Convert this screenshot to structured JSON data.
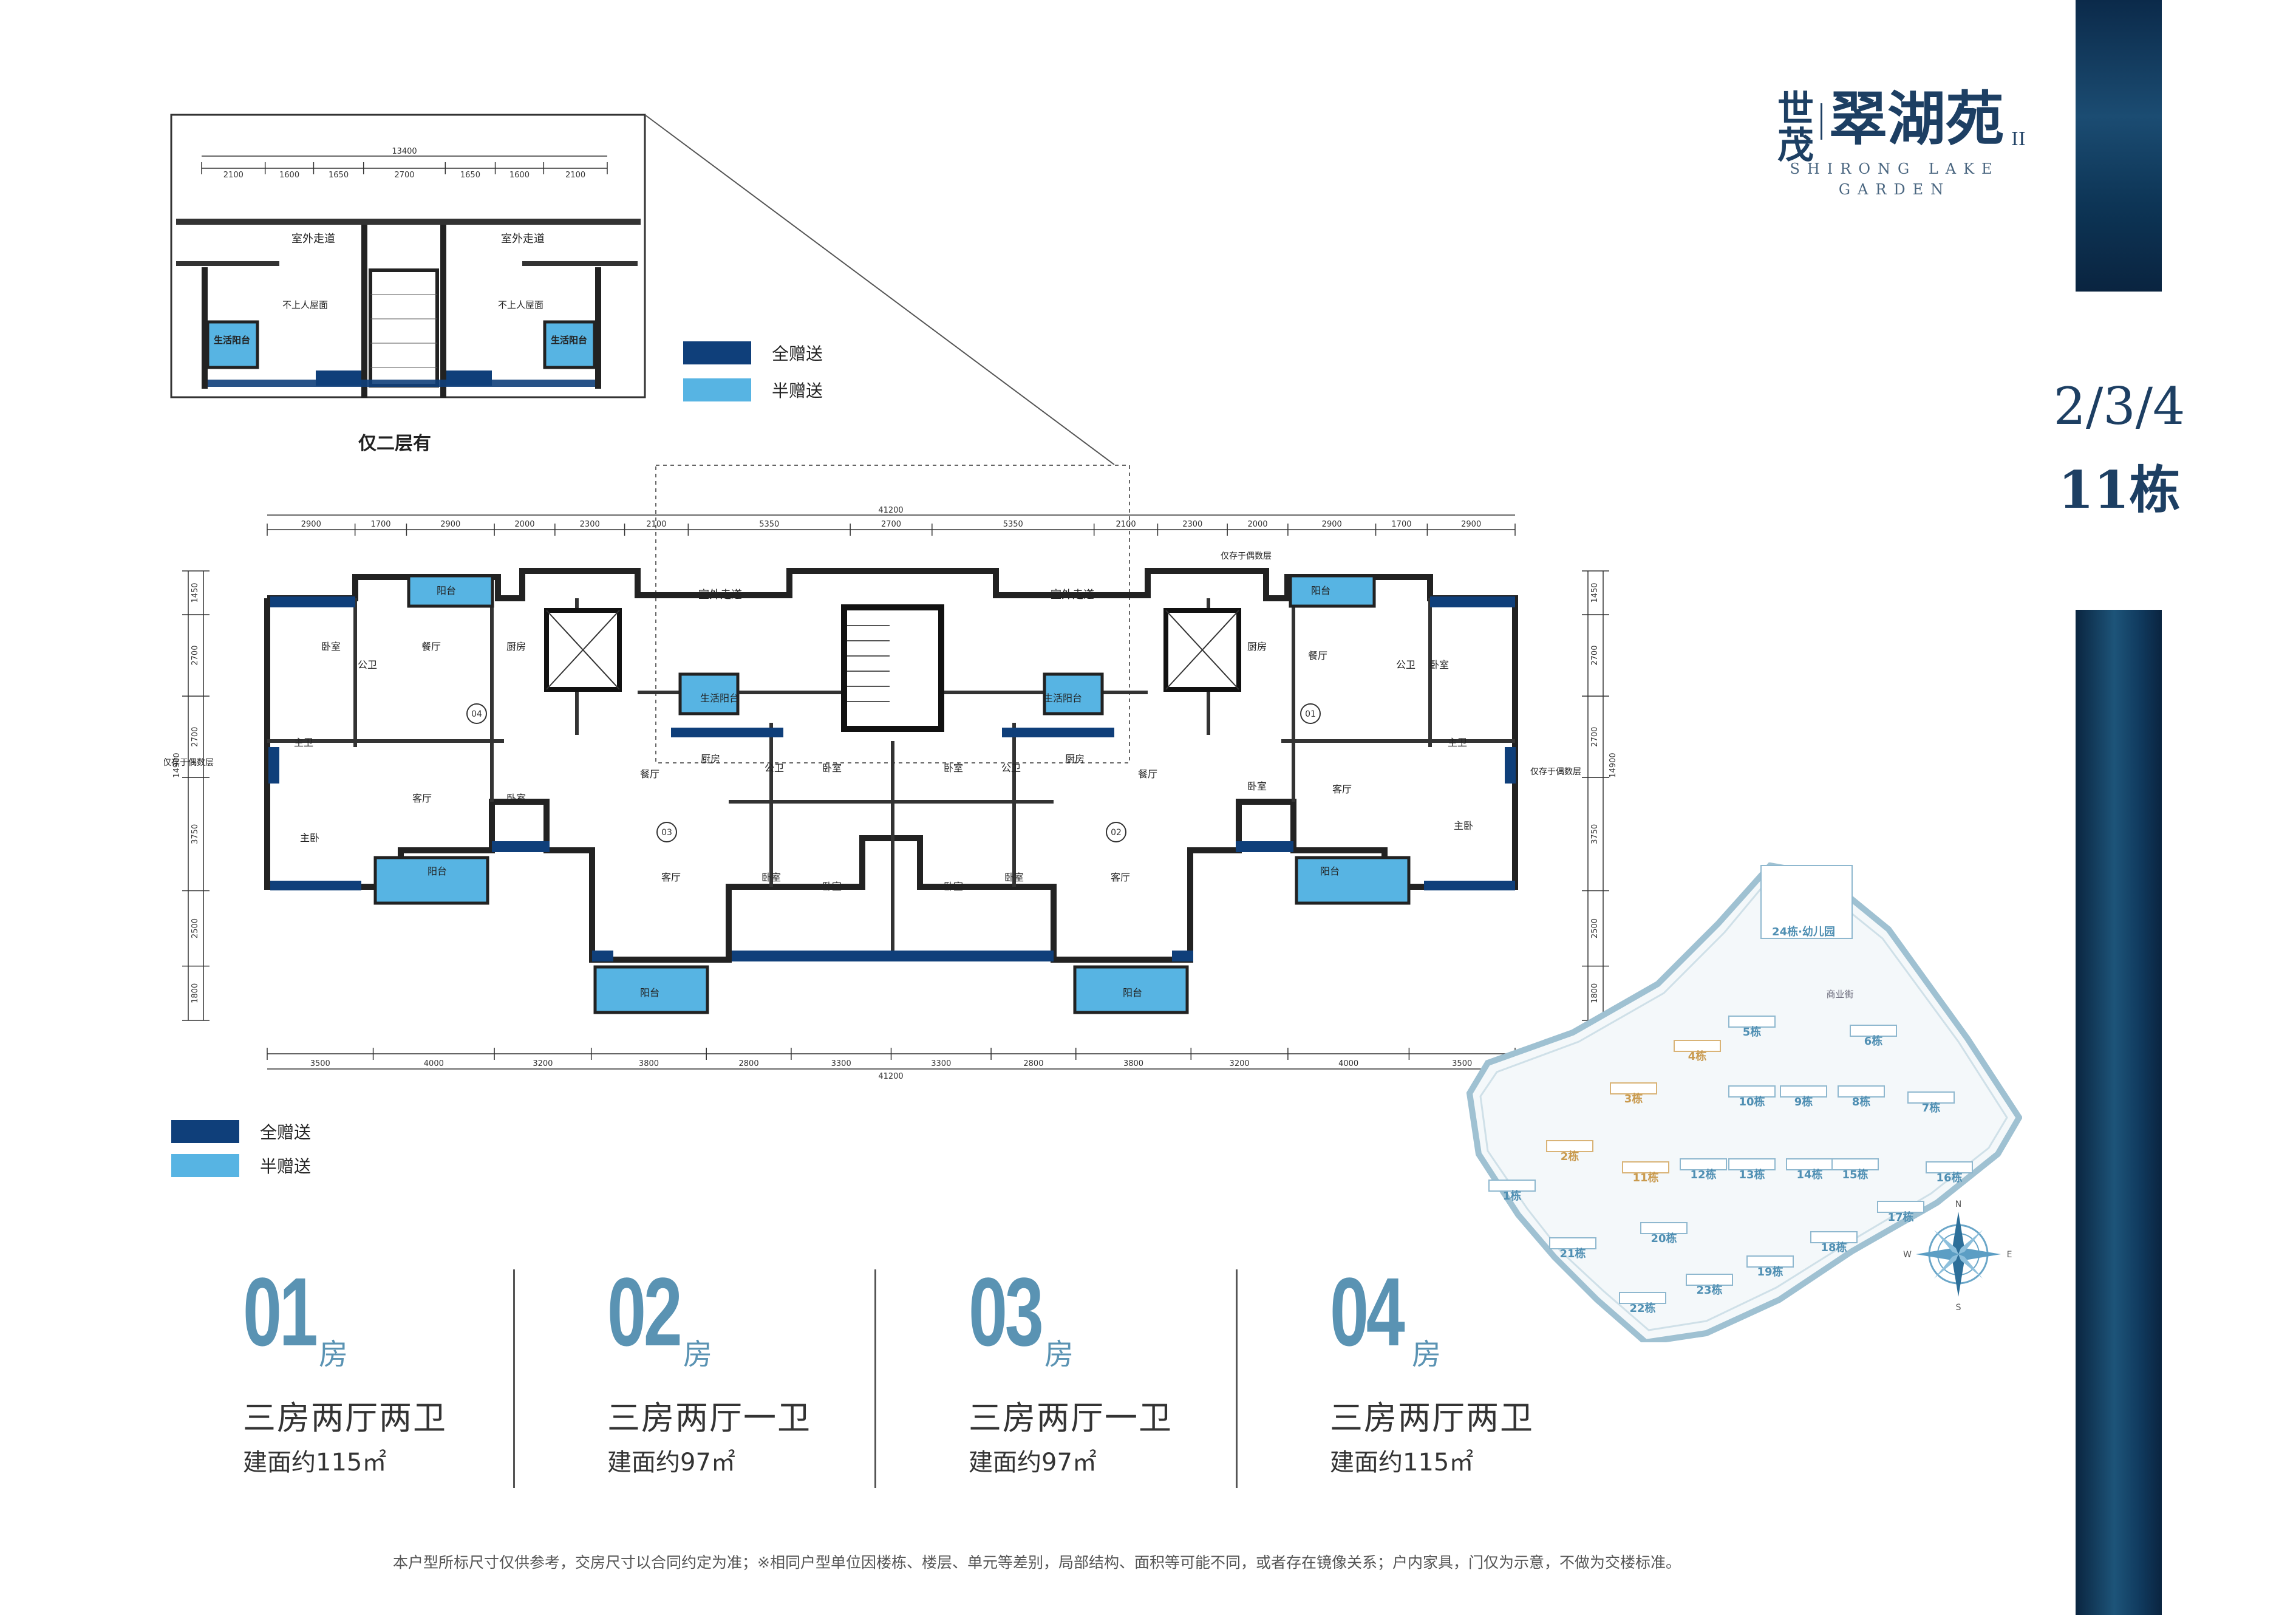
{
  "brand": {
    "logo_cn_small": "世茂",
    "logo_cn_main": "翠湖苑",
    "logo_numeral": "II",
    "logo_en_line1": "SHIRONG LAKE",
    "logo_en_line2": "GARDEN"
  },
  "floors": "2/3/4",
  "building": "11栋",
  "legend": {
    "full_gift": "全赠送",
    "half_gift": "半赠送",
    "full_color": "#0f3f7a",
    "half_color": "#57b4e3"
  },
  "inset": {
    "title": "仅二层有",
    "total_dim": "13400",
    "dims": [
      "2100",
      "1600",
      "1650",
      "2700",
      "1650",
      "1600",
      "2100"
    ],
    "corridor_left": "室外走道",
    "corridor_right": "室外走道",
    "roof_left": "不上人屋面",
    "roof_right": "不上人屋面",
    "balcony_left": "生活阳台",
    "balcony_right": "生活阳台"
  },
  "plan": {
    "total_width_top": "41200",
    "total_width_bottom": "41200",
    "top_dims": [
      "2900",
      "1700",
      "2900",
      "2000",
      "2300",
      "2100",
      "5350",
      "2700",
      "5350",
      "2100",
      "2300",
      "2000",
      "2900",
      "1700",
      "2900"
    ],
    "bottom_dims": [
      "3500",
      "4000",
      "3200",
      "3800",
      "2800",
      "3300",
      "3300",
      "2800",
      "3800",
      "3200",
      "4000",
      "3500"
    ],
    "left_dims": [
      "1450",
      "2700",
      "2700",
      "3750",
      "2500",
      "1800"
    ],
    "left_total": "14900",
    "right_dims": [
      "1450",
      "2700",
      "2700",
      "3750",
      "2500",
      "1800"
    ],
    "right_total": "14900",
    "corridor_left": "室外走道",
    "corridor_right": "室外走道",
    "note_even_left": "仅存于偶数层",
    "note_even_right": "仅存于偶数层",
    "note_even_top": "仅存于偶数层",
    "unit_tags": [
      "04",
      "01",
      "03",
      "02"
    ],
    "rooms": {
      "balcony": "阳台",
      "living_balcony": "生活阳台",
      "bedroom": "卧室",
      "master": "主卧",
      "living": "客厅",
      "dining": "餐厅",
      "kitchen": "厨房",
      "public_bath": "公卫",
      "master_bath": "主卫"
    }
  },
  "site_map": {
    "buildings": [
      "24栋·幼儿园",
      "5栋",
      "6栋",
      "4栋",
      "10栋",
      "9栋",
      "8栋",
      "7栋",
      "3栋",
      "2栋",
      "11栋",
      "12栋",
      "13栋",
      "14栋",
      "15栋",
      "16栋",
      "1栋",
      "17栋",
      "20栋",
      "18栋",
      "21栋",
      "19栋",
      "23栋",
      "22栋"
    ],
    "center_label": "商业街",
    "compass": {
      "n": "N",
      "s": "S",
      "e": "E",
      "w": "W"
    }
  },
  "units": [
    {
      "no": "01",
      "suffix": "房",
      "type": "三房两厅两卫",
      "area": "建面约115㎡"
    },
    {
      "no": "02",
      "suffix": "房",
      "type": "三房两厅一卫",
      "area": "建面约97㎡"
    },
    {
      "no": "03",
      "suffix": "房",
      "type": "三房两厅一卫",
      "area": "建面约97㎡"
    },
    {
      "no": "04",
      "suffix": "房",
      "type": "三房两厅两卫",
      "area": "建面约115㎡"
    }
  ],
  "disclaimer": "本户型所标尺寸仅供参考，交房尺寸以合同约定为准；※相同户型单位因楼栋、楼层、单元等差别，局部结构、面积等可能不同，或者存在镜像关系；户内家具，门仅为示意，不做为交楼标准。"
}
